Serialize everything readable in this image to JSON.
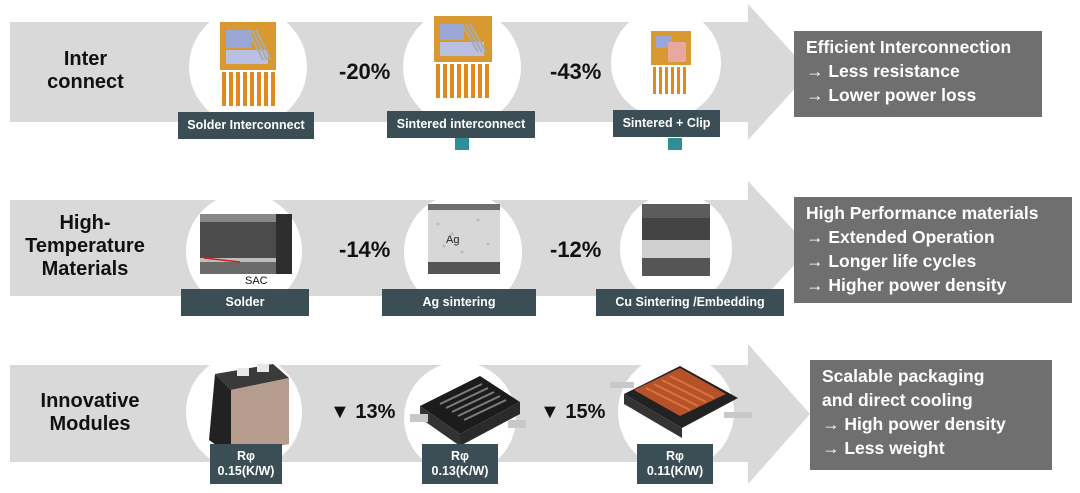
{
  "rows": [
    {
      "label_lines": [
        "Inter",
        "connect"
      ],
      "steps": [
        {
          "label": "Solder Interconnect"
        },
        {
          "label": "Sintered interconnect"
        },
        {
          "label": "Sintered + Clip"
        }
      ],
      "changes": [
        "-20%",
        "-43%"
      ],
      "summary": [
        "Efficient Interconnection",
        "→ Less resistance",
        "→ Lower power loss"
      ]
    },
    {
      "label_lines": [
        "High-",
        "Temperature",
        "Materials"
      ],
      "steps": [
        {
          "label": "Solder",
          "image_text": "SAC"
        },
        {
          "label": "Ag sintering",
          "image_text": "Ag"
        },
        {
          "label": "Cu Sintering /Embedding"
        }
      ],
      "changes": [
        "-14%",
        "-12%"
      ],
      "summary": [
        "High Performance materials",
        "→ Extended Operation",
        "→ Longer life cycles",
        "→ Higher power density"
      ]
    },
    {
      "label_lines": [
        "Innovative",
        "Modules"
      ],
      "steps": [
        {
          "label_lines": [
            "Rφ",
            "0.15(K/W)"
          ]
        },
        {
          "label_lines": [
            "Rφ",
            "0.13(K/W)"
          ]
        },
        {
          "label_lines": [
            "Rφ",
            "0.11(K/W)"
          ]
        }
      ],
      "changes": [
        "▼ 13%",
        "▼ 15%"
      ],
      "summary": [
        "Scalable packaging",
        "and direct cooling",
        "→ High power density",
        "→ Less weight"
      ]
    }
  ],
  "colors": {
    "arrow": "#d9d9d9",
    "tag": "#3b4d55",
    "summary": "#6f6f6f",
    "stub": "#2f8f92"
  }
}
